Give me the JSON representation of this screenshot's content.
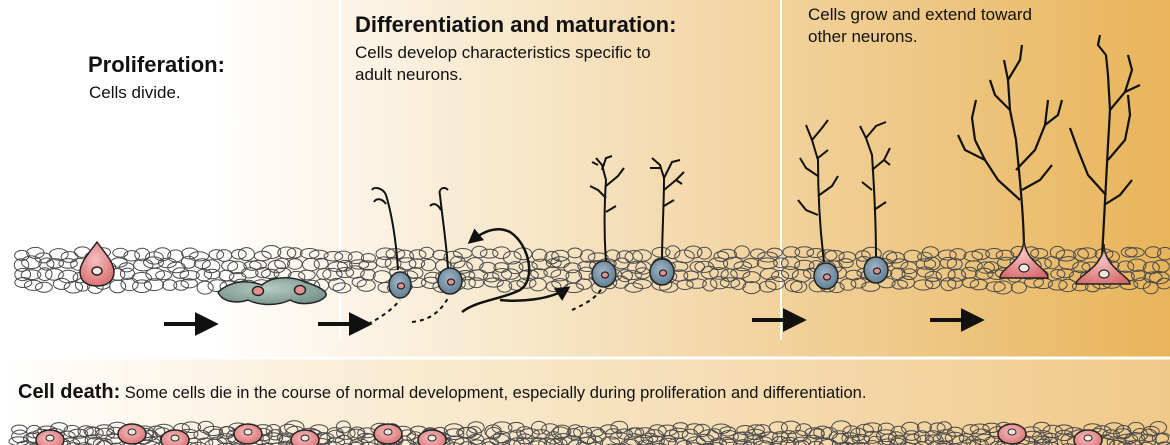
{
  "sections": {
    "proliferation": {
      "title": "Proliferation:",
      "body": "Cells divide."
    },
    "differentiation": {
      "title": "Differentiation and maturation:",
      "body_line1": "Cells develop characteristics specific to",
      "body_line2": "adult neurons."
    },
    "growth": {
      "body_line1": "Cells grow and extend toward",
      "body_line2": "other neurons."
    }
  },
  "cell_death": {
    "title": "Cell death:",
    "body": "Some cells die in the course of normal development, especially during proliferation and differentiation."
  },
  "colors": {
    "gradient_start": "#ffffff",
    "gradient_end": "#e8b45a",
    "mesh_stroke": "#4a4a4a",
    "cell_pink": "#e8898a",
    "cell_blue": "#6b8aa3",
    "cell_teal": "#8aa59c",
    "neuron_line": "#111111"
  }
}
